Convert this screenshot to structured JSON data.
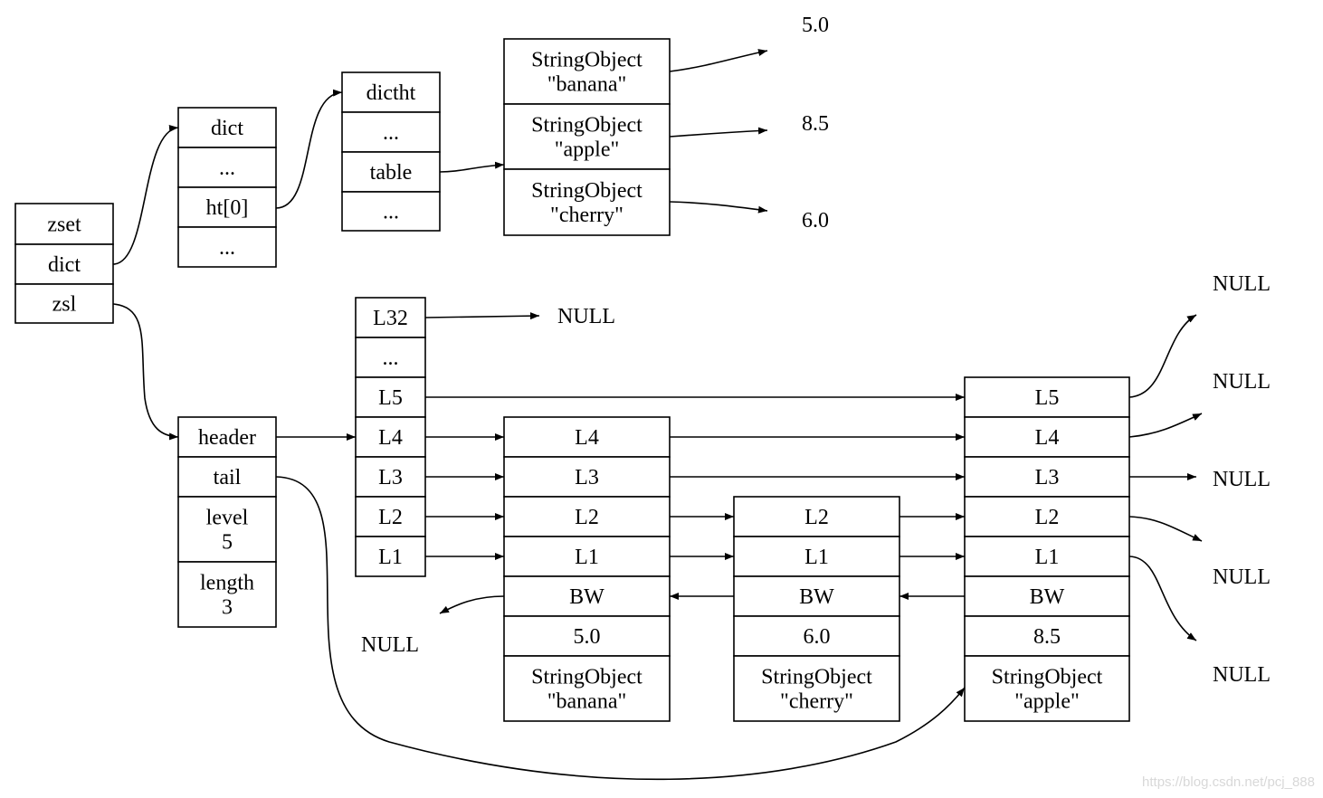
{
  "records": {
    "zset": {
      "cells": [
        [
          "zset"
        ],
        [
          "dict"
        ],
        [
          "zsl"
        ]
      ]
    },
    "dict": {
      "cells": [
        [
          "dict"
        ],
        [
          "..."
        ],
        [
          "ht[0]"
        ],
        [
          "..."
        ]
      ]
    },
    "dictht": {
      "cells": [
        [
          "dictht"
        ],
        [
          "..."
        ],
        [
          "table"
        ],
        [
          "..."
        ]
      ]
    },
    "strings": {
      "cells": [
        [
          "StringObject",
          "\"banana\""
        ],
        [
          "StringObject",
          "\"apple\""
        ],
        [
          "StringObject",
          "\"cherry\""
        ]
      ]
    },
    "zsl": {
      "cells": [
        [
          "header"
        ],
        [
          "tail"
        ],
        [
          "level",
          "5"
        ],
        [
          "length",
          "3"
        ]
      ]
    },
    "header_node": {
      "cells": [
        [
          "L32"
        ],
        [
          "..."
        ],
        [
          "L5"
        ],
        [
          "L4"
        ],
        [
          "L3"
        ],
        [
          "L2"
        ],
        [
          "L1"
        ]
      ]
    },
    "node_banana": {
      "cells": [
        [
          "L4"
        ],
        [
          "L3"
        ],
        [
          "L2"
        ],
        [
          "L1"
        ],
        [
          "BW"
        ],
        [
          "5.0"
        ],
        [
          "StringObject",
          "\"banana\""
        ]
      ]
    },
    "node_cherry": {
      "cells": [
        [
          "L2"
        ],
        [
          "L1"
        ],
        [
          "BW"
        ],
        [
          "6.0"
        ],
        [
          "StringObject",
          "\"cherry\""
        ]
      ]
    },
    "node_apple": {
      "cells": [
        [
          "L5"
        ],
        [
          "L4"
        ],
        [
          "L3"
        ],
        [
          "L2"
        ],
        [
          "L1"
        ],
        [
          "BW"
        ],
        [
          "8.5"
        ],
        [
          "StringObject",
          "\"apple\""
        ]
      ]
    }
  },
  "labels": {
    "score_banana": "5.0",
    "score_apple": "8.5",
    "score_cherry": "6.0",
    "null_l32": "NULL",
    "null_bw": "NULL",
    "null_1": "NULL",
    "null_2": "NULL",
    "null_3": "NULL",
    "null_4": "NULL",
    "null_5": "NULL"
  },
  "watermark": "https://blog.csdn.net/pcj_888"
}
